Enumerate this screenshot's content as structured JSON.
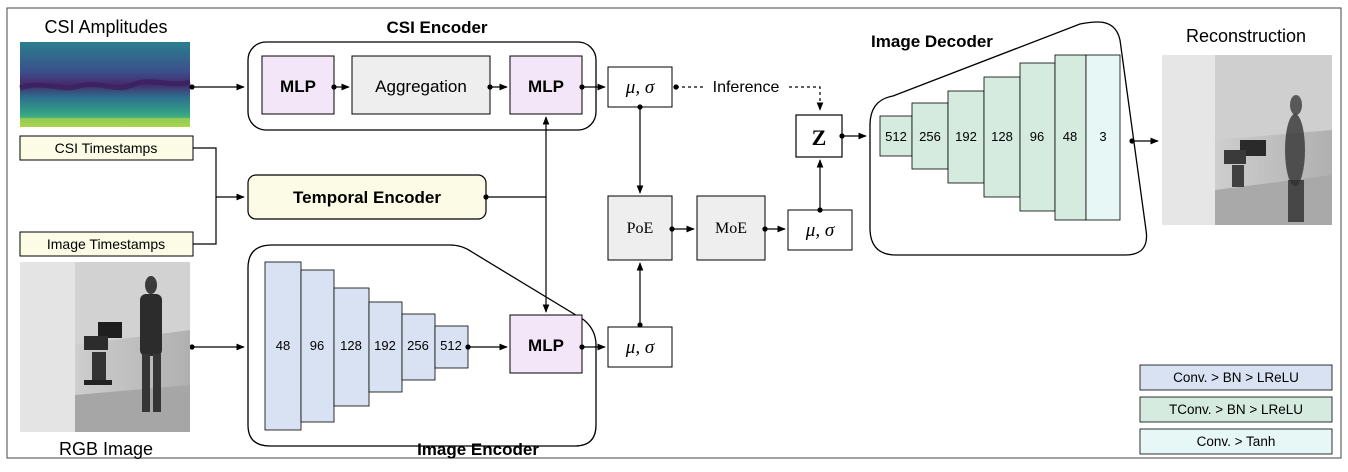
{
  "labels": {
    "csi_amplitudes": "CSI Amplitudes",
    "csi_encoder": "CSI Encoder",
    "image_decoder": "Image Decoder",
    "reconstruction": "Reconstruction",
    "image_encoder": "Image Encoder",
    "rgb_image": "RGB Image"
  },
  "csi_encoder": {
    "mlp1": "MLP",
    "aggregation": "Aggregation",
    "mlp2": "MLP"
  },
  "timestamps": {
    "csi": "CSI Timestamps",
    "image": "Image Timestamps"
  },
  "temporal_encoder": "Temporal Encoder",
  "latent": {
    "mu_sigma_csi": "μ, σ",
    "mu_sigma_image": "μ, σ",
    "mu_sigma_fused": "μ, σ",
    "inference": "Inference",
    "z": "Z",
    "poe": "PoE",
    "moe": "MoE"
  },
  "image_encoder": {
    "layers": [
      "48",
      "96",
      "128",
      "192",
      "256",
      "512"
    ],
    "mlp": "MLP"
  },
  "image_decoder": {
    "layers": [
      "512",
      "256",
      "192",
      "128",
      "96",
      "48",
      "3"
    ]
  },
  "legend": {
    "conv_bn_lrelu": "Conv. > BN > LReLU",
    "tconv_bn_lrelu": "TConv. > BN > LReLU",
    "conv_tanh": "Conv. > Tanh"
  },
  "colors": {
    "mlp_fill": "#f3e6f8",
    "encoder_layer_fill": "#d9e2f3",
    "decoder_layer_fill": "#d5ebe0",
    "tanh_layer_fill": "#e6f7f6",
    "timestamp_fill": "#fbfbe6",
    "gray_fill": "#eeeeee"
  }
}
